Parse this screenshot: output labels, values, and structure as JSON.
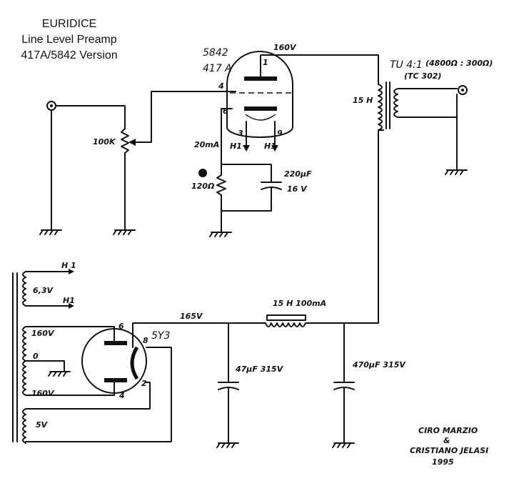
{
  "title": {
    "line1": "EURIDICE",
    "line2": "Line Level Preamp",
    "line3": "417A/5842 Version"
  },
  "tube": {
    "type": "5842",
    "alt": "417 A",
    "pins": {
      "plate": "1",
      "grid": "4",
      "cathode": "6",
      "h1": "3",
      "h2": "9"
    },
    "heater_left": "H1",
    "heater_right": "H1"
  },
  "plate_voltage": "160V",
  "potentiometer": "100K",
  "cathode": {
    "current": "20mA",
    "resistor": "120Ω",
    "cap": "220µF",
    "cap_voltage": "16 V"
  },
  "output_transformer": {
    "name": "TU 4:1",
    "impedance": "(4800Ω : 300Ω)",
    "model": "(TC 302)",
    "inductance": "15 H"
  },
  "power": {
    "heater_label": "H 1",
    "heater_voltage": "6,3V",
    "heater_label2": "H1",
    "hv1": "160V",
    "center": "0",
    "hv2": "160V",
    "rect_heater": "5V",
    "rectifier": "5Y3",
    "rect_pins": {
      "p6": "6",
      "p8": "8",
      "p4": "4",
      "p2": "2"
    },
    "b_plus": "165V",
    "choke": "15 H 100mA",
    "cap1": "47µF 315V",
    "cap2": "470µF 315V"
  },
  "credits": {
    "author1": "CIRO MARZIO",
    "and": "&",
    "author2": "CRISTIANO JELASI",
    "year": "1995"
  }
}
